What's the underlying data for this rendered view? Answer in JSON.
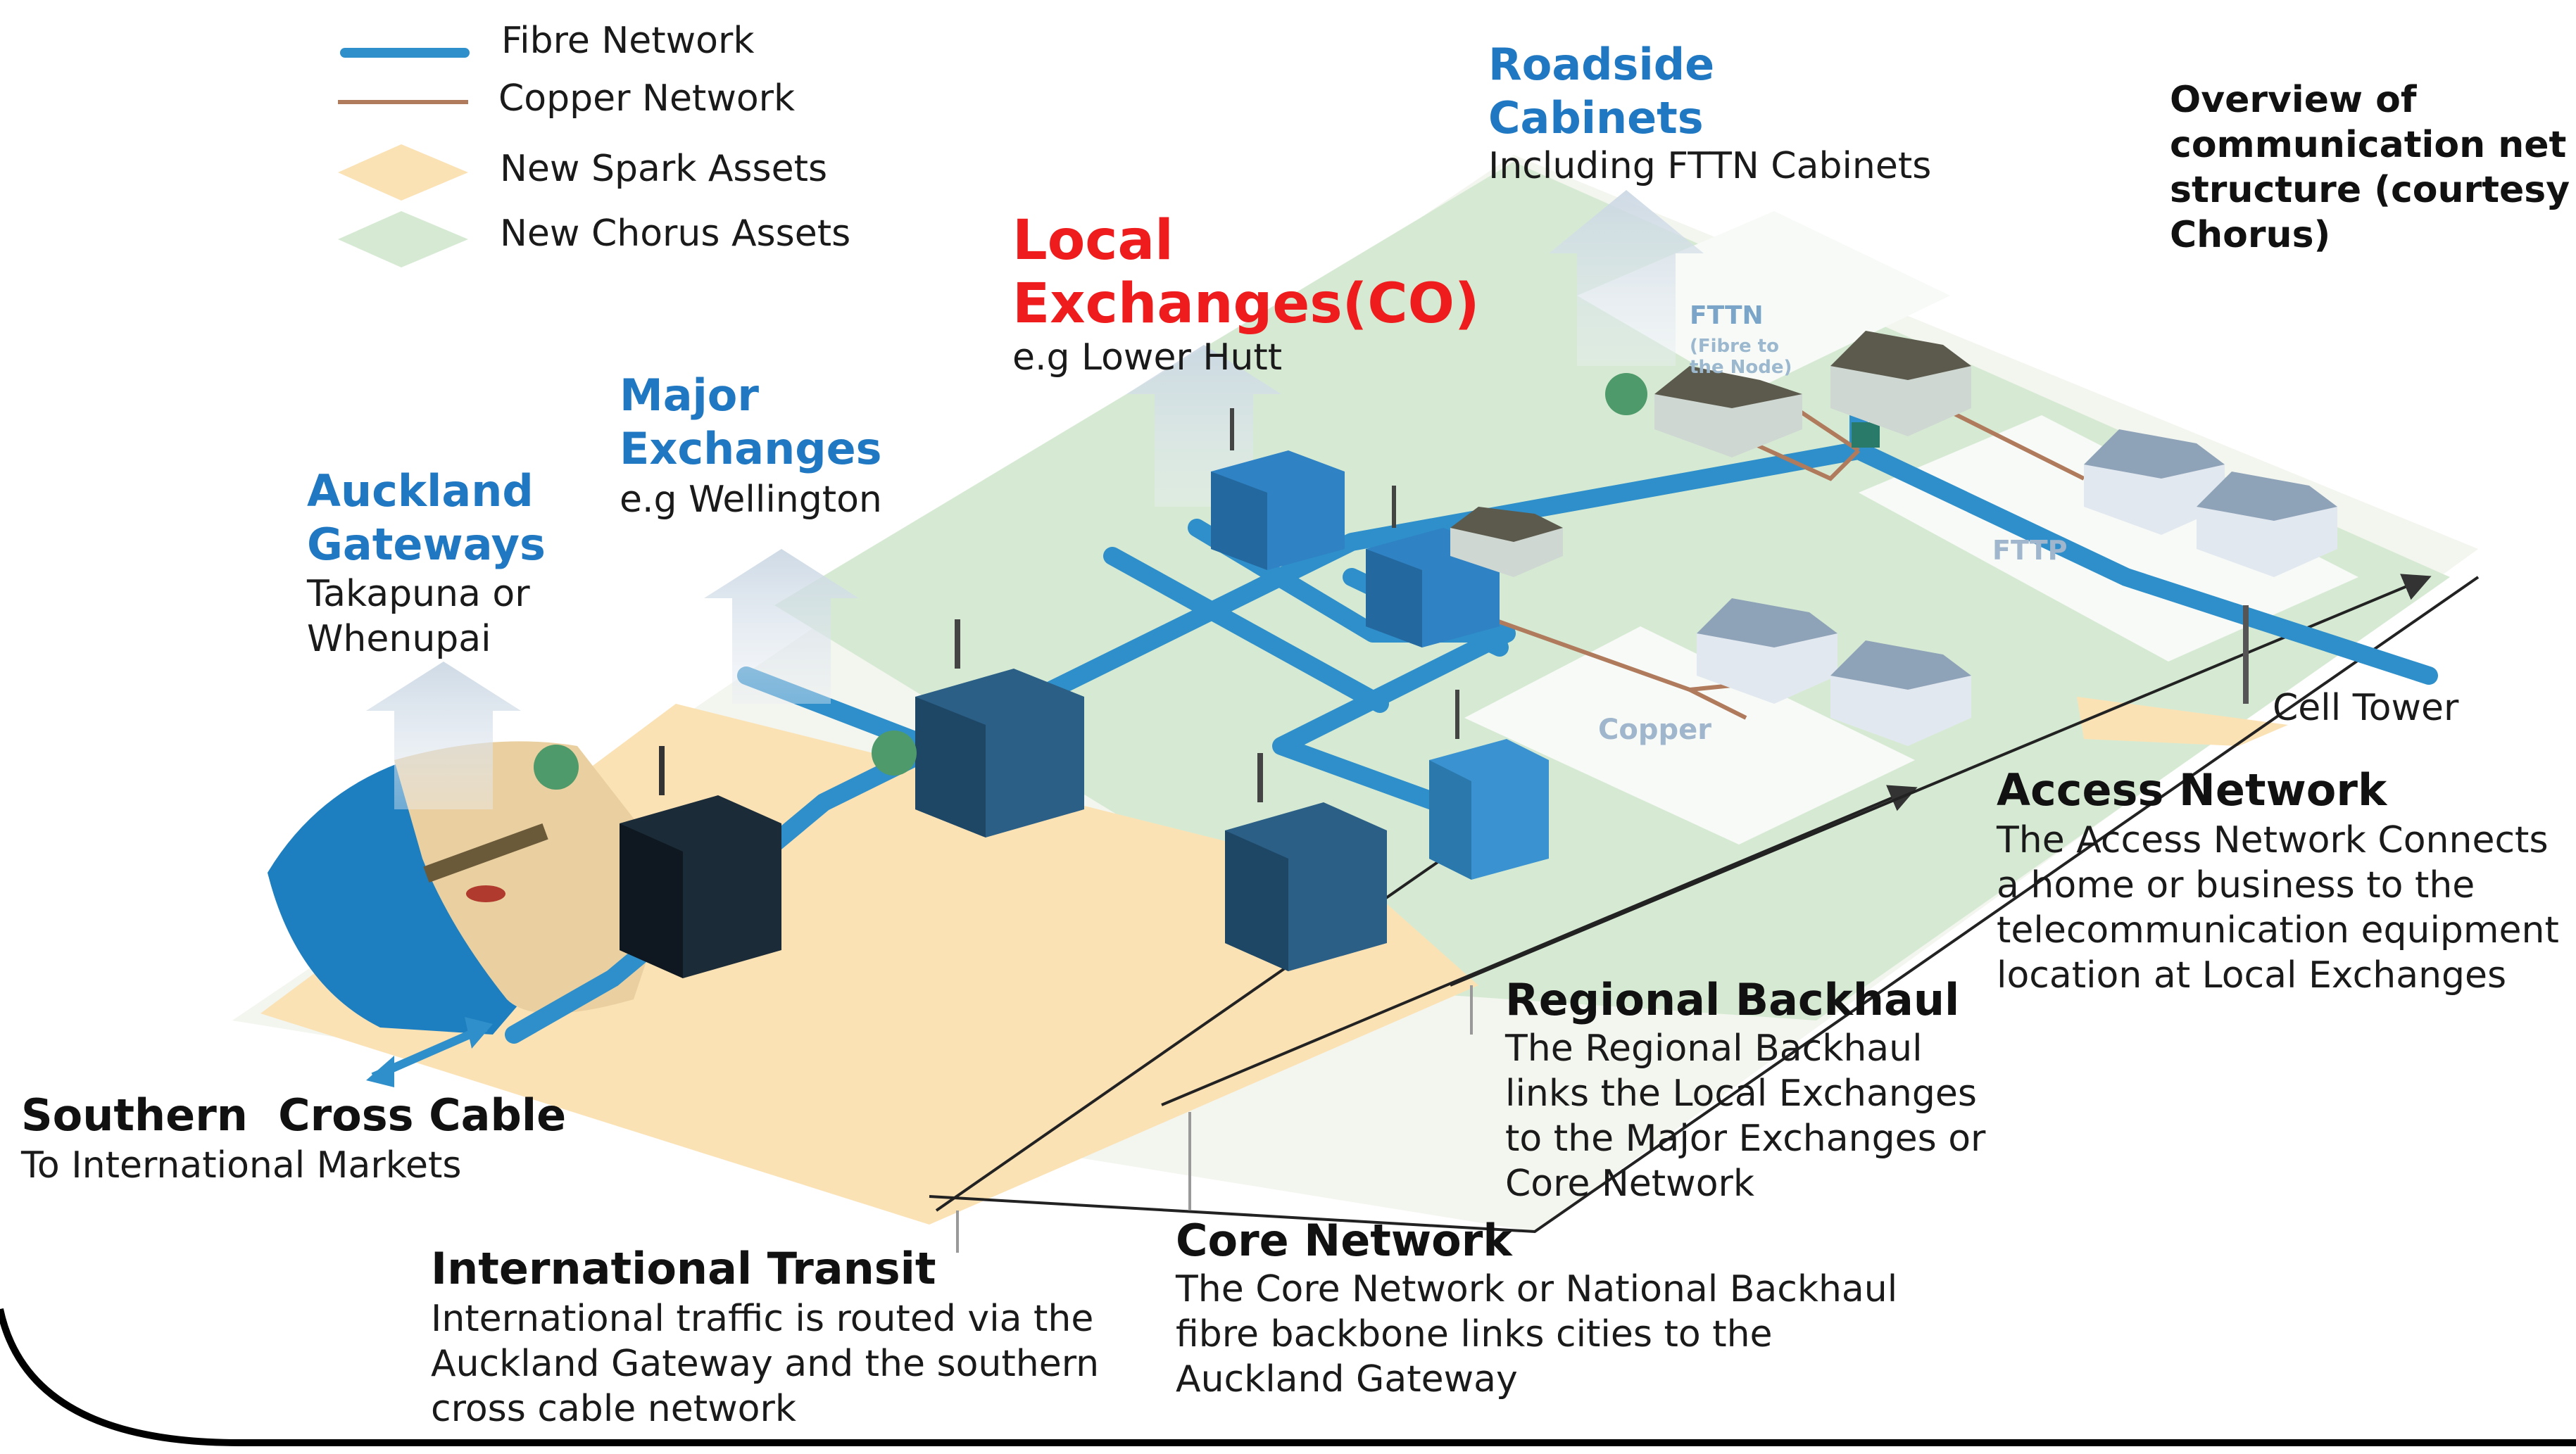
{
  "legend": {
    "items": [
      {
        "label": "Fibre Network",
        "color": "#2f8fca"
      },
      {
        "label": "Copper Network",
        "color": "#b07a5c"
      },
      {
        "label": "New Spark Assets",
        "color": "#fbe2b5"
      },
      {
        "label": "New Chorus Assets",
        "color": "#d6ead3"
      }
    ]
  },
  "caption": "Overview of\ncommunication net\nstructure (courtesy\nChorus)",
  "nodes": {
    "roadside_cabinets": {
      "title": "Roadside\nCabinets",
      "subtitle": "Including FTTN Cabinets"
    },
    "local_exchanges": {
      "title_a": "Local",
      "title_b": "Exchanges(CO)",
      "subtitle": "e.g Lower Hutt"
    },
    "major_exchanges": {
      "title": "Major\nExchanges",
      "subtitle": "e.g Wellington"
    },
    "auckland_gateways": {
      "title": "Auckland\nGateways",
      "subtitle": "Takapuna or\nWhenupai"
    }
  },
  "map_labels": {
    "fttn": "FTTN",
    "fttn_sub": "(Fibre to\nthe Node)",
    "fttp": "FTTP",
    "copper": "Copper"
  },
  "cell_tower": "Cell Tower",
  "sections": {
    "access_network": {
      "title": "Access Network",
      "body": "The Access Network Connects\na home or business to the\ntelecommunication equipment\nlocation at Local Exchanges"
    },
    "regional_backhaul": {
      "title": "Regional Backhaul",
      "body": "The Regional Backhaul\nlinks the Local Exchanges\nto the Major Exchanges or\nCore Network"
    },
    "core_network": {
      "title": "Core Network",
      "body": "The Core Network or National Backhaul\nfibre backbone links cities to the\nAuckland Gateway"
    },
    "international_transit": {
      "title": "International Transit",
      "body": "International traffic is routed via the\nAuckland Gateway and the southern\ncross cable network"
    },
    "southern_cross": {
      "title": "Southern  Cross Cable",
      "body": "To International Markets"
    }
  },
  "colors": {
    "fibre": "#2f8fca",
    "copper": "#b07a5c",
    "spark_area": "#fbe2b5",
    "chorus_area": "#d6ead3",
    "heading_blue": "#1f78c1",
    "heading_red": "#ee1c1c"
  }
}
